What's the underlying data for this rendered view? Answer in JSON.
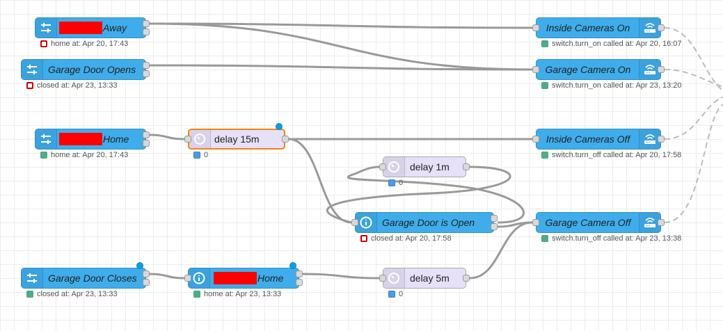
{
  "nodes": {
    "away": {
      "suffix": "Away",
      "status": "home at: Apr 20, 17:43"
    },
    "garage_door_opens": {
      "label": "Garage Door Opens",
      "status": "closed at: Apr 23, 13:33"
    },
    "home1": {
      "suffix": "Home",
      "status": "home at: Apr 20, 17:43"
    },
    "delay15": {
      "label": "delay 15m",
      "status": "0"
    },
    "delay1": {
      "label": "delay 1m",
      "status": "0"
    },
    "garage_door_is_open": {
      "label": "Garage Door is Open",
      "status": "closed at: Apr 20, 17:58"
    },
    "garage_door_closes": {
      "label": "Garage Door Closes",
      "status": "closed at: Apr 23, 13:33"
    },
    "home2": {
      "suffix": "Home",
      "status": "home at: Apr 23, 13:33"
    },
    "delay5": {
      "label": "delay 5m",
      "status": "0"
    },
    "inside_cameras_on": {
      "label": "Inside Cameras On",
      "status": "switch.turn_on called at: Apr 20, 16:07"
    },
    "garage_camera_on": {
      "label": "Garage Camera On",
      "status": "switch.turn_on called at: Apr 23, 13:20"
    },
    "inside_cameras_off": {
      "label": "Inside Cameras Off",
      "status": "switch.turn_off called at: Apr 20, 17:58"
    },
    "garage_camera_off": {
      "label": "Garage Camera Off",
      "status": "switch.turn_off called at: Apr 23, 13:38"
    }
  },
  "colors": {
    "node_blue": "#3fadeb",
    "delay_purple": "#e6e0f8",
    "wire": "#999999",
    "selected": "#ff7f0e",
    "redaction": "#ff0000"
  }
}
